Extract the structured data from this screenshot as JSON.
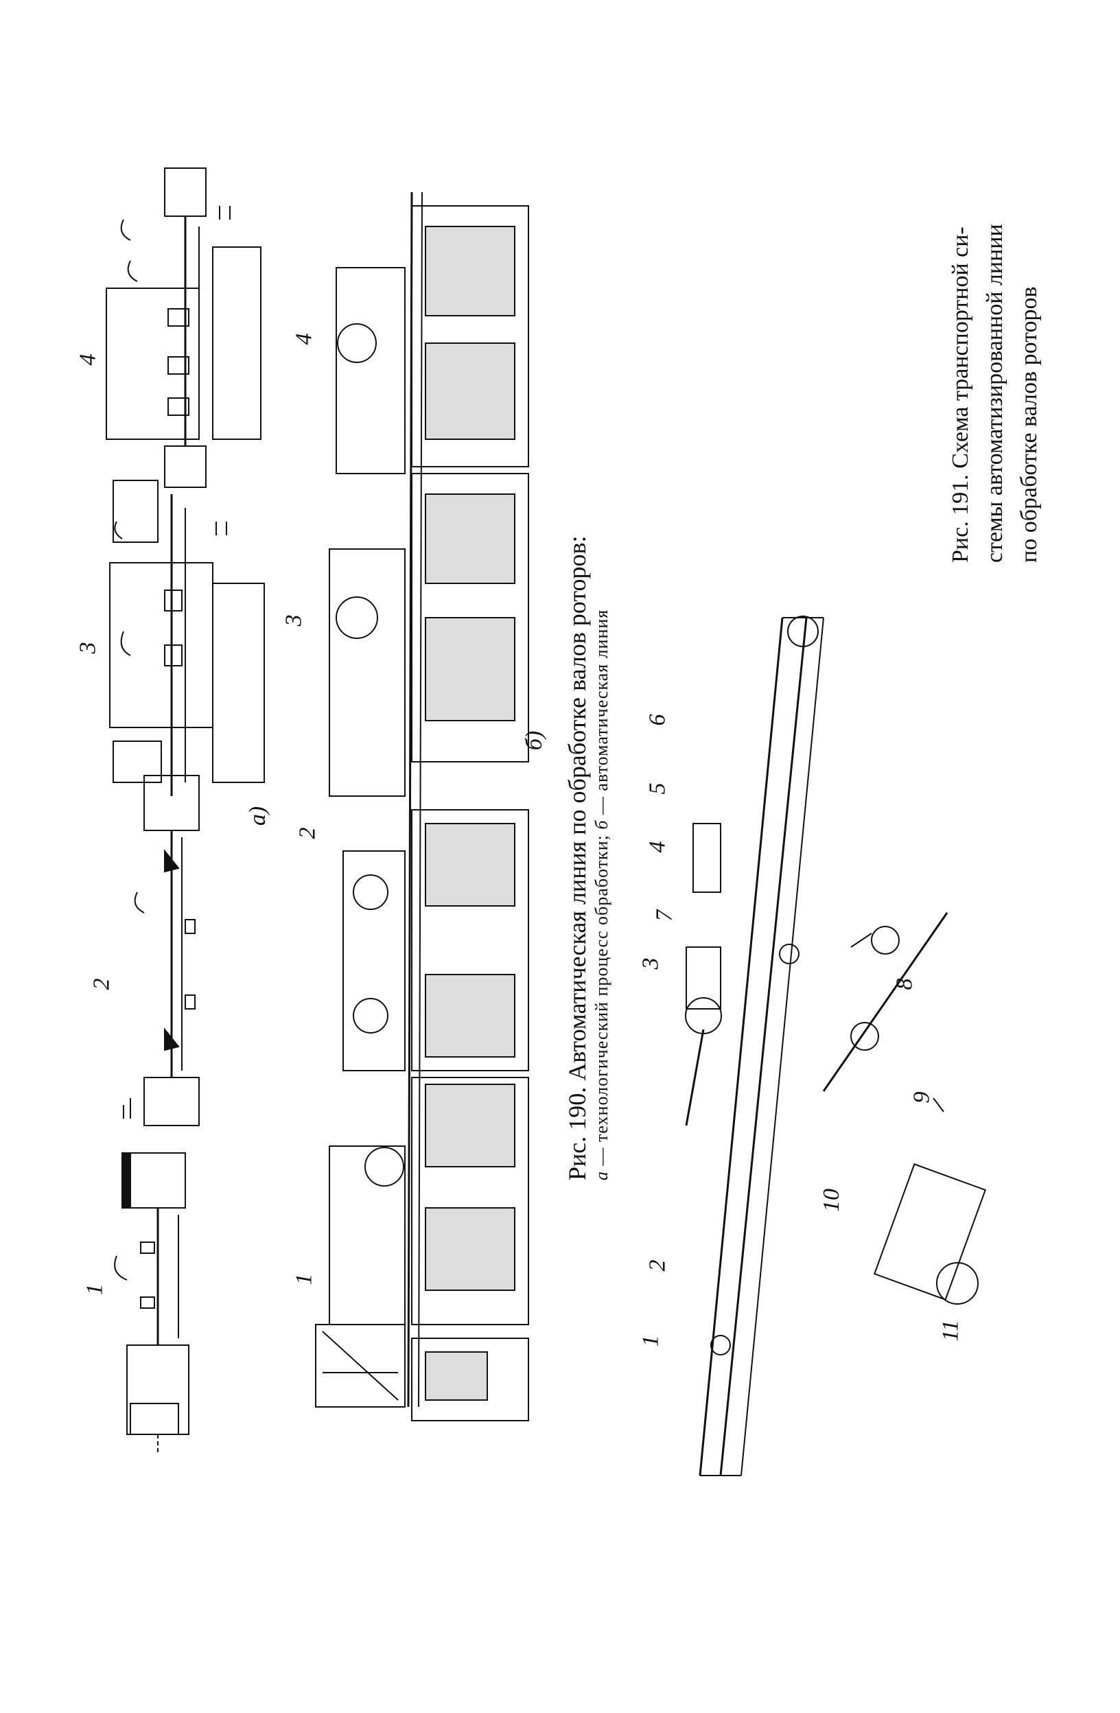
{
  "figure190": {
    "title": "Рис. 190. Автоматическая линия по обработке валов роторов:",
    "legend_a_letter": "а",
    "legend_a_text": " — технологический процесс обработки; ",
    "legend_b_letter": "б",
    "legend_b_text": " — автоматическая линия",
    "part_a_label": "а)",
    "part_b_label": "б)",
    "operations": [
      "1",
      "2",
      "3",
      "4"
    ],
    "stations": [
      "1",
      "2",
      "3",
      "4"
    ]
  },
  "figure191": {
    "caption_line1": "Рис. 191. Схема транспортной си-",
    "caption_line2": "стемы автоматизированной линии",
    "caption_line3": "по обработке валов роторов",
    "parts": [
      "1",
      "2",
      "3",
      "4",
      "5",
      "6",
      "7",
      "8",
      "9",
      "10",
      "11"
    ]
  },
  "colors": {
    "ink": "#111111",
    "paper": "#ffffff"
  }
}
